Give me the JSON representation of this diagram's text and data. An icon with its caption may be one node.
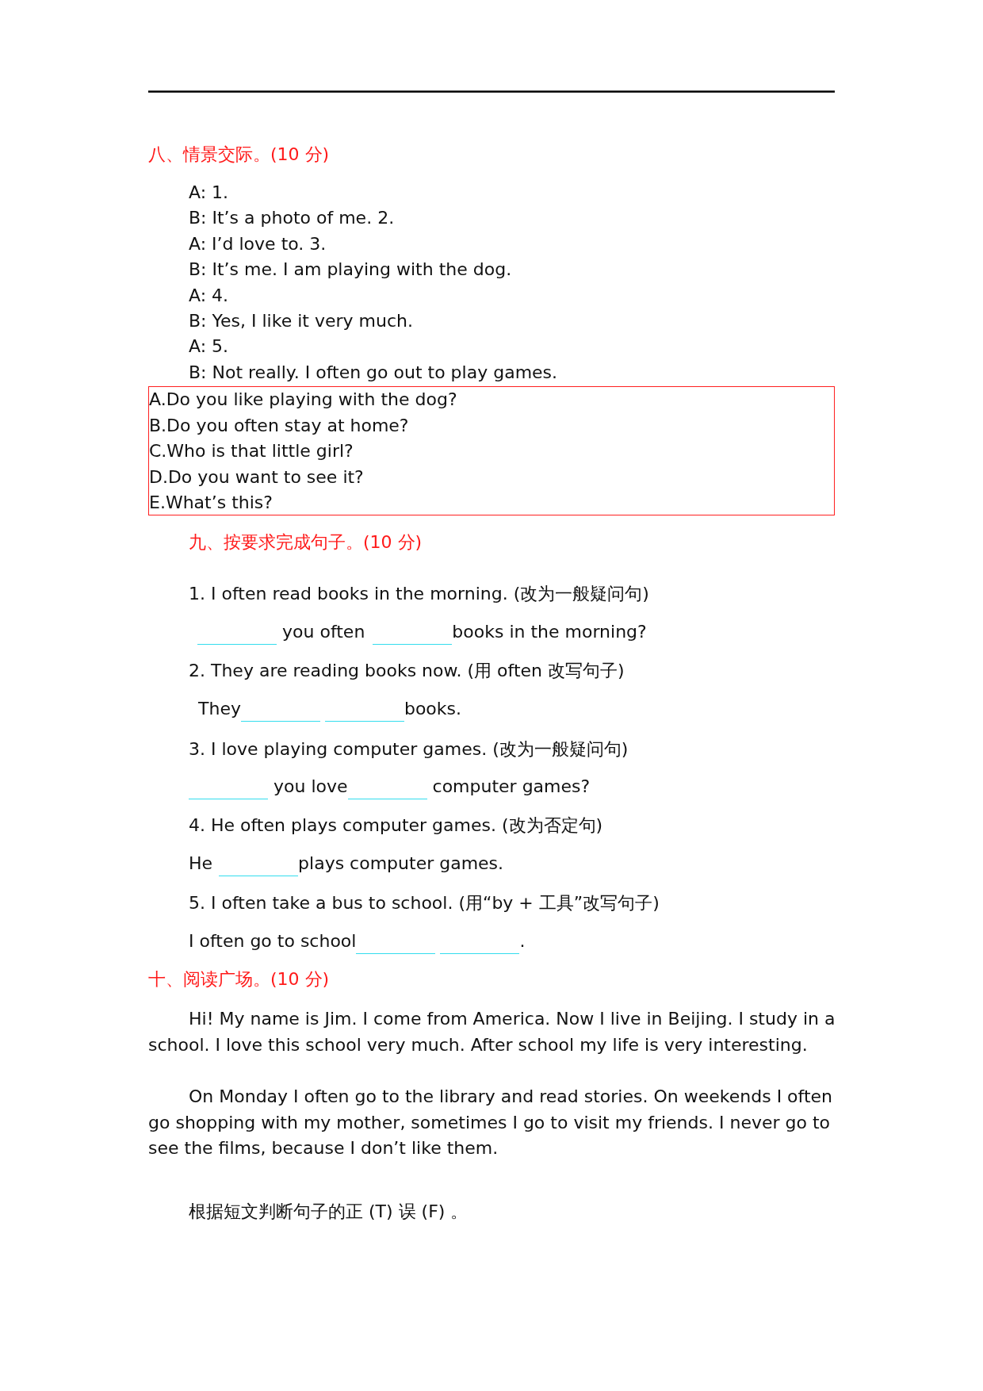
{
  "diagram": {
    "nodes": [
      {
        "text": [
          "A.Do you like playing with the dog?",
          "B.Do you often stay at home?",
          "C.Who is that little girl?",
          "D.Do you want to see it?",
          "E.What’s this?"
        ]
      }
    ],
    "labels": [
      "八、情景交际。(10 分)",
      "A: 1.",
      "B: It’s a photo of me. 2.",
      "A: I’d love to. 3.",
      "B: It’s me. I am playing with the dog.",
      "A: 4.",
      "B: Yes, I like it very much.",
      "A: 5.",
      "B: Not really. I often go out to play games.",
      "九、按要求完成句子。(10 分)",
      "1. I often read books in the morning. (改为一般疑问句)",
      "you often",
      "books in the morning?",
      "2. They are reading books now. (用 often 改写句子)",
      "They",
      "books.",
      "3. I love playing computer games. (改为一般疑问句)",
      "you love",
      "computer games?",
      "4. He often plays computer games. (改为否定句)",
      "He",
      "plays computer games.",
      "5. I often take a bus to school. (用“by + 工具”改写句子)",
      "I often go to school",
      ".",
      "十、阅读广场。(10 分)",
      "Hi! My name is Jim. I come from America. Now I live in Beijing. I study in a school. I love this school very much. After school my life is very interesting.",
      "On Monday I often go to the library and read stories. On weekends I often go shopping with my mother, sometimes I go to visit my friends. I never go to see the films, because I don’t like them.",
      "根据短文判断句子的正 (T) 误 (F) 。"
    ]
  }
}
